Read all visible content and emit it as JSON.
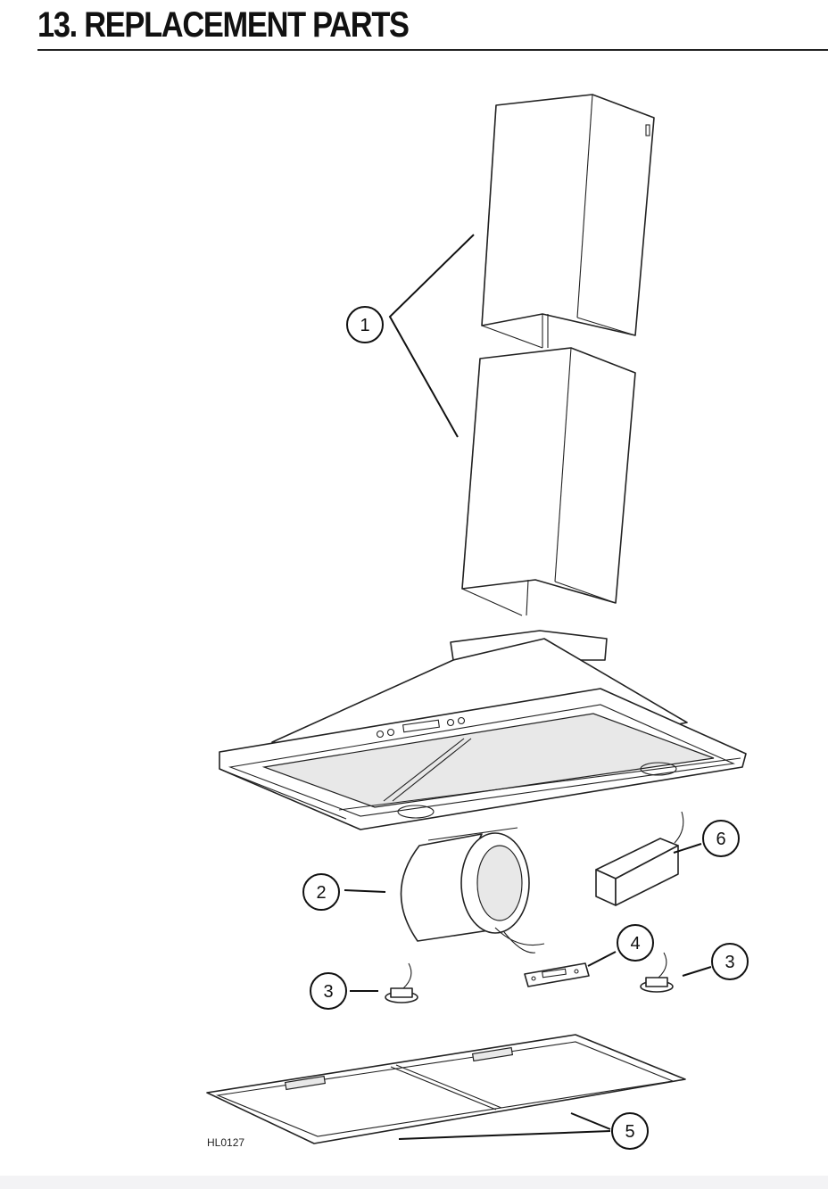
{
  "heading": {
    "title": "13. REPLACEMENT PARTS"
  },
  "diagram": {
    "callouts": [
      {
        "id": "callout-1",
        "label": "1"
      },
      {
        "id": "callout-2",
        "label": "2"
      },
      {
        "id": "callout-3-left",
        "label": "3"
      },
      {
        "id": "callout-3-right",
        "label": "3"
      },
      {
        "id": "callout-4",
        "label": "4"
      },
      {
        "id": "callout-5",
        "label": "5"
      },
      {
        "id": "callout-6",
        "label": "6"
      }
    ],
    "drawing_code": "HL0127"
  }
}
